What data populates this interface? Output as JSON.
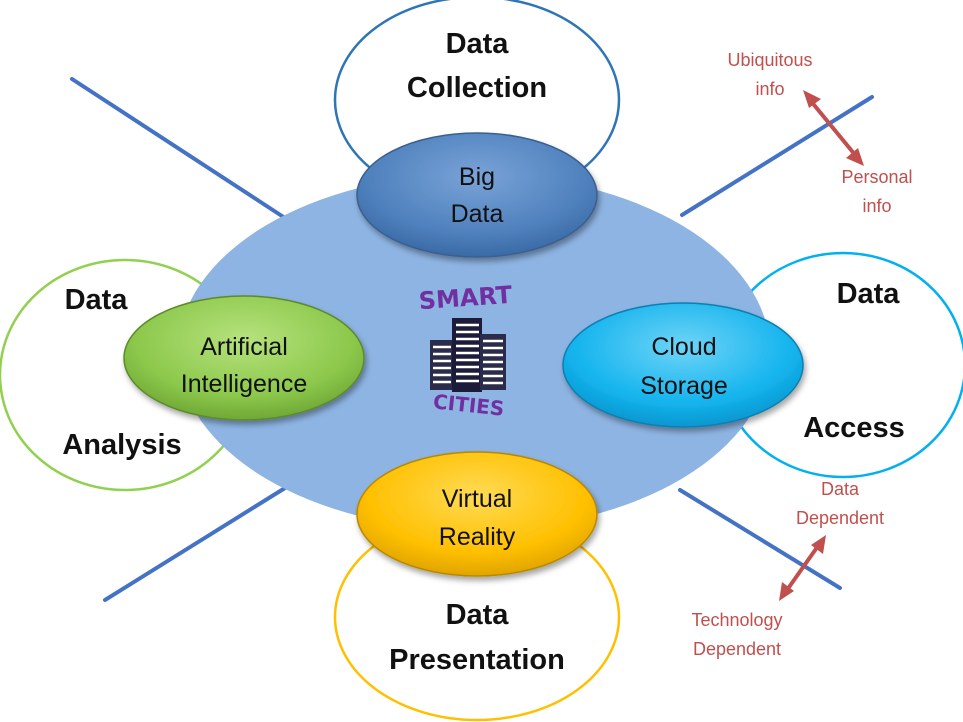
{
  "center": {
    "logo_top": "SMART",
    "logo_bottom": "CITIES",
    "fill": "#8eb4e3"
  },
  "nodes": {
    "big_data": {
      "line1": "Big",
      "line2": "Data",
      "color": "#4f81bd"
    },
    "ai": {
      "line1": "Artificial",
      "line2": "Intelligence",
      "color": "#92d050"
    },
    "cloud": {
      "line1": "Cloud",
      "line2": "Storage",
      "color": "#00b0f0"
    },
    "vr": {
      "line1": "Virtual",
      "line2": "Reality",
      "color": "#ffc000"
    }
  },
  "outer": {
    "collection": {
      "line1": "Data",
      "line2": "Collection",
      "stroke": "#2e75b6"
    },
    "analysis": {
      "line1": "Data",
      "line2": "Analysis",
      "stroke": "#92d050"
    },
    "access": {
      "line1": "Data",
      "line2": "Access",
      "stroke": "#00b0f0"
    },
    "presentation": {
      "line1": "Data",
      "line2": "Presentation",
      "stroke": "#ffc000"
    }
  },
  "annotations": {
    "top": {
      "a1": "Ubiquitous",
      "a2": "info",
      "b1": "Personal",
      "b2": "info"
    },
    "bottom": {
      "a1": "Data",
      "a2": "Dependent",
      "b1": "Technology",
      "b2": "Dependent"
    },
    "color": "#c0504d"
  }
}
